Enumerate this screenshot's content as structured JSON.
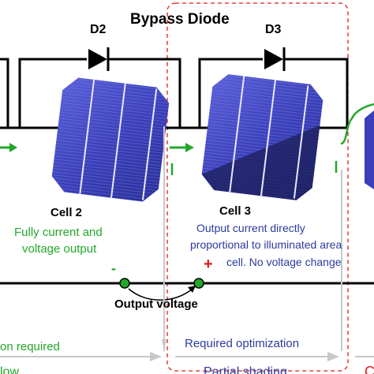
{
  "title": "Bypass Diode",
  "diodes": {
    "d2": "D2",
    "d3": "D3"
  },
  "cells": [
    {
      "name": "Cell 2",
      "description_lines": [
        "Fully current and",
        "voltage output"
      ]
    },
    {
      "name": "Cell 3",
      "description_lines": [
        "Output current directly",
        "proportional to illuminated area",
        "cell. No voltage change"
      ]
    }
  ],
  "polarity": {
    "minus": "-",
    "plus": "+"
  },
  "labels": {
    "output_voltage": "Output voltage",
    "left_required": "on required",
    "required_optimization": "Required optimization",
    "left_bottom": "low",
    "partial_shading": "Partial shading",
    "right_bottom": "C"
  },
  "colors": {
    "black": "#000000",
    "green": "#22a829",
    "blue": "#2a3b9e",
    "red": "#e01b1b",
    "cell_blue": "#3a3fb8",
    "grey_arrow": "#c8c8c8"
  }
}
